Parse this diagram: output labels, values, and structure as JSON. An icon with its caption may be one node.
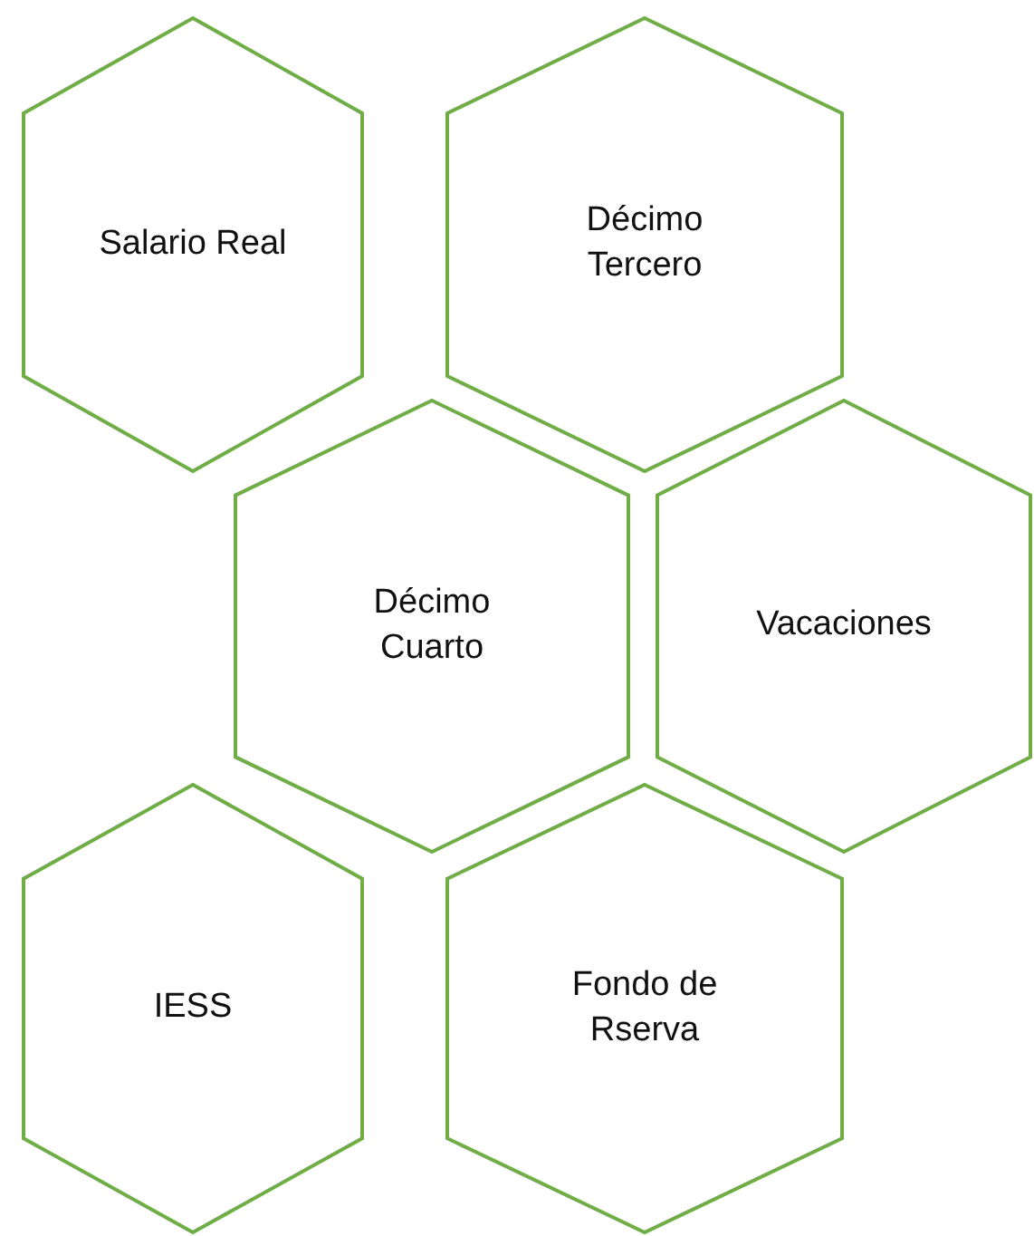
{
  "diagram": {
    "nodes": [
      {
        "text": [
          "Salario Real"
        ]
      },
      {
        "text": [
          "Décimo Tercero"
        ]
      },
      {
        "text": [
          "Décimo Cuarto"
        ]
      },
      {
        "text": [
          "Vacaciones"
        ]
      },
      {
        "text": [
          "IESS"
        ]
      },
      {
        "text": [
          "Fondo de Rserva"
        ]
      }
    ]
  }
}
